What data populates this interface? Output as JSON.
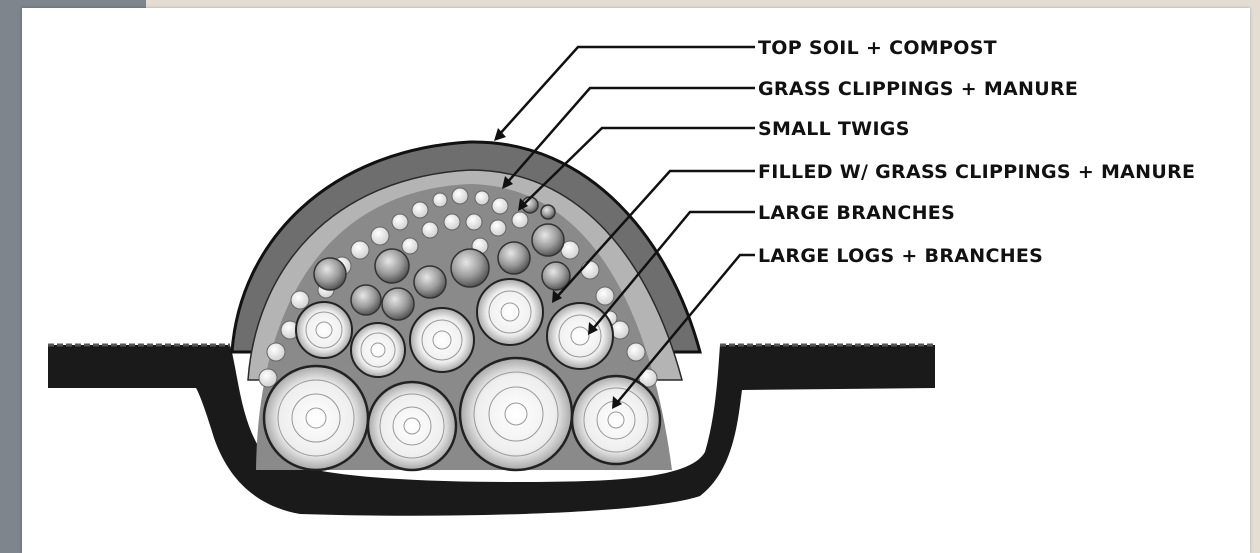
{
  "diagram": {
    "labels": [
      "TOP SOIL + COMPOST",
      "GRASS CLIPPINGS + MANURE",
      "SMALL TWIGS",
      "FILLED W/ GRASS CLIPPINGS + MANURE",
      "LARGE BRANCHES",
      "LARGE LOGS + BRANCHES"
    ]
  },
  "colors": {
    "ink": "#111111",
    "paper": "#ffffff",
    "soil": "#6e6e6e",
    "log_face": "#f2f2f2",
    "frame": "#7e858c"
  }
}
